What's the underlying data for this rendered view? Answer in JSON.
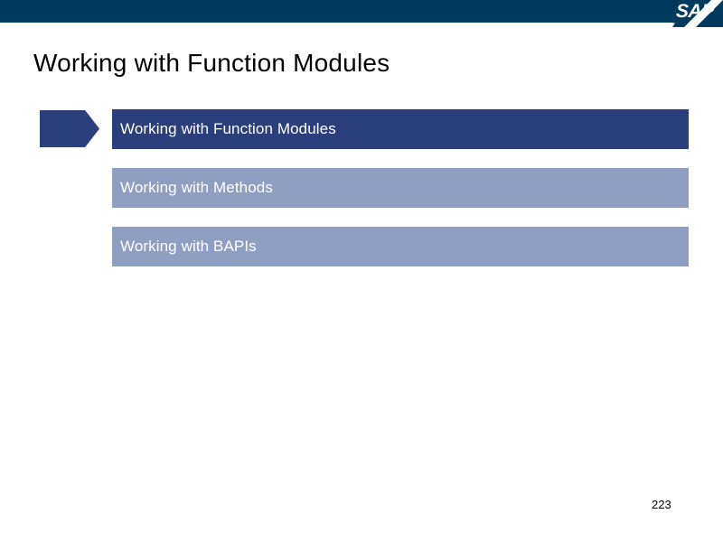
{
  "header": {
    "logo_text": "SAP",
    "brand_color": "#00395e"
  },
  "title": "Working with Function Modules",
  "agenda": {
    "active_color": "#2b3f7d",
    "inactive_color": "#919ec4",
    "items": [
      {
        "label": "Working with Function Modules",
        "state": "active"
      },
      {
        "label": "Working with Methods",
        "state": "inactive"
      },
      {
        "label": "Working with BAPIs",
        "state": "inactive"
      }
    ]
  },
  "footer": {
    "page_number": "223"
  }
}
